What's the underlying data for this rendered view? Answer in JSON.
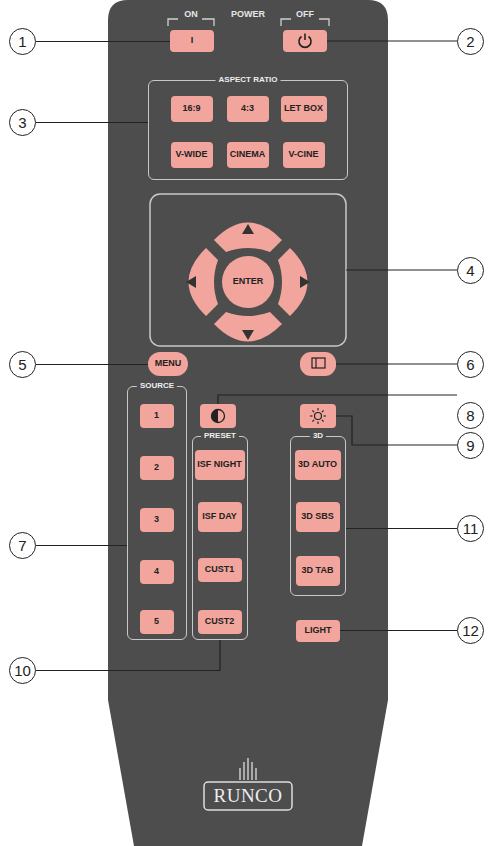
{
  "diagram": {
    "nodes": [
      {
        "text": [
          "1"
        ]
      },
      {
        "text": [
          "I"
        ]
      },
      {
        "text": [
          "2"
        ]
      },
      {
        "text": [
          "3"
        ]
      },
      {
        "text": [
          "ASPECT RATIO"
        ]
      },
      {
        "text": [
          "16:9"
        ],
        "in": 4
      },
      {
        "text": [
          "4:3"
        ],
        "in": 4
      },
      {
        "text": [
          "LET BOX"
        ],
        "in": 4
      },
      {
        "text": [
          "V-WIDE"
        ],
        "in": 4
      },
      {
        "text": [
          "CINEMA"
        ],
        "in": 4
      },
      {
        "text": [
          "V-CINE"
        ],
        "in": 4
      },
      {
        "text": [
          "4"
        ]
      },
      {
        "text": [
          "ENTER"
        ]
      },
      {
        "text": [
          "5"
        ]
      },
      {
        "text": [
          "MENU"
        ]
      },
      {
        "text": [
          "6"
        ]
      },
      {
        "text": [
          "7"
        ]
      },
      {
        "text": [
          "SOURCE"
        ]
      },
      {
        "text": [
          "1"
        ],
        "in": 17
      },
      {
        "text": [
          "2"
        ],
        "in": 17
      },
      {
        "text": [
          "3"
        ],
        "in": 17
      },
      {
        "text": [
          "4"
        ],
        "in": 17
      },
      {
        "text": [
          "5"
        ],
        "in": 17
      },
      {
        "text": [
          "8"
        ]
      },
      {
        "text": [
          "9"
        ]
      },
      {
        "text": [
          "PRESET"
        ]
      },
      {
        "text": [
          "ISF NIGHT"
        ],
        "in": 25
      },
      {
        "text": [
          "ISF DAY"
        ],
        "in": 25
      },
      {
        "text": [
          "CUST1"
        ],
        "in": 25
      },
      {
        "text": [
          "CUST2"
        ],
        "in": 25
      },
      {
        "text": [
          "3D"
        ]
      },
      {
        "text": [
          "3D AUTO"
        ],
        "in": 30
      },
      {
        "text": [
          "3D SBS"
        ],
        "in": 30
      },
      {
        "text": [
          "3D TAB"
        ],
        "in": 30
      },
      {
        "text": [
          "10"
        ]
      },
      {
        "text": [
          "11"
        ]
      },
      {
        "text": [
          "LIGHT"
        ]
      },
      {
        "text": [
          "12"
        ]
      }
    ],
    "edges": [
      {
        "from": 0,
        "to": 1,
        "arrow": "none"
      },
      {
        "from": 3,
        "to": 4,
        "arrow": "none"
      },
      {
        "from": 13,
        "to": 14,
        "arrow": "none"
      },
      {
        "from": 16,
        "to": 17,
        "arrow": "none"
      },
      {
        "from": 34,
        "to": 25,
        "arrow": "none"
      },
      {
        "from": 35,
        "to": 30,
        "arrow": "none"
      },
      {
        "from": 37,
        "to": 36,
        "arrow": "none"
      }
    ],
    "labels": [
      "ON",
      "POWER",
      "OFF",
      "RUNCO"
    ]
  }
}
